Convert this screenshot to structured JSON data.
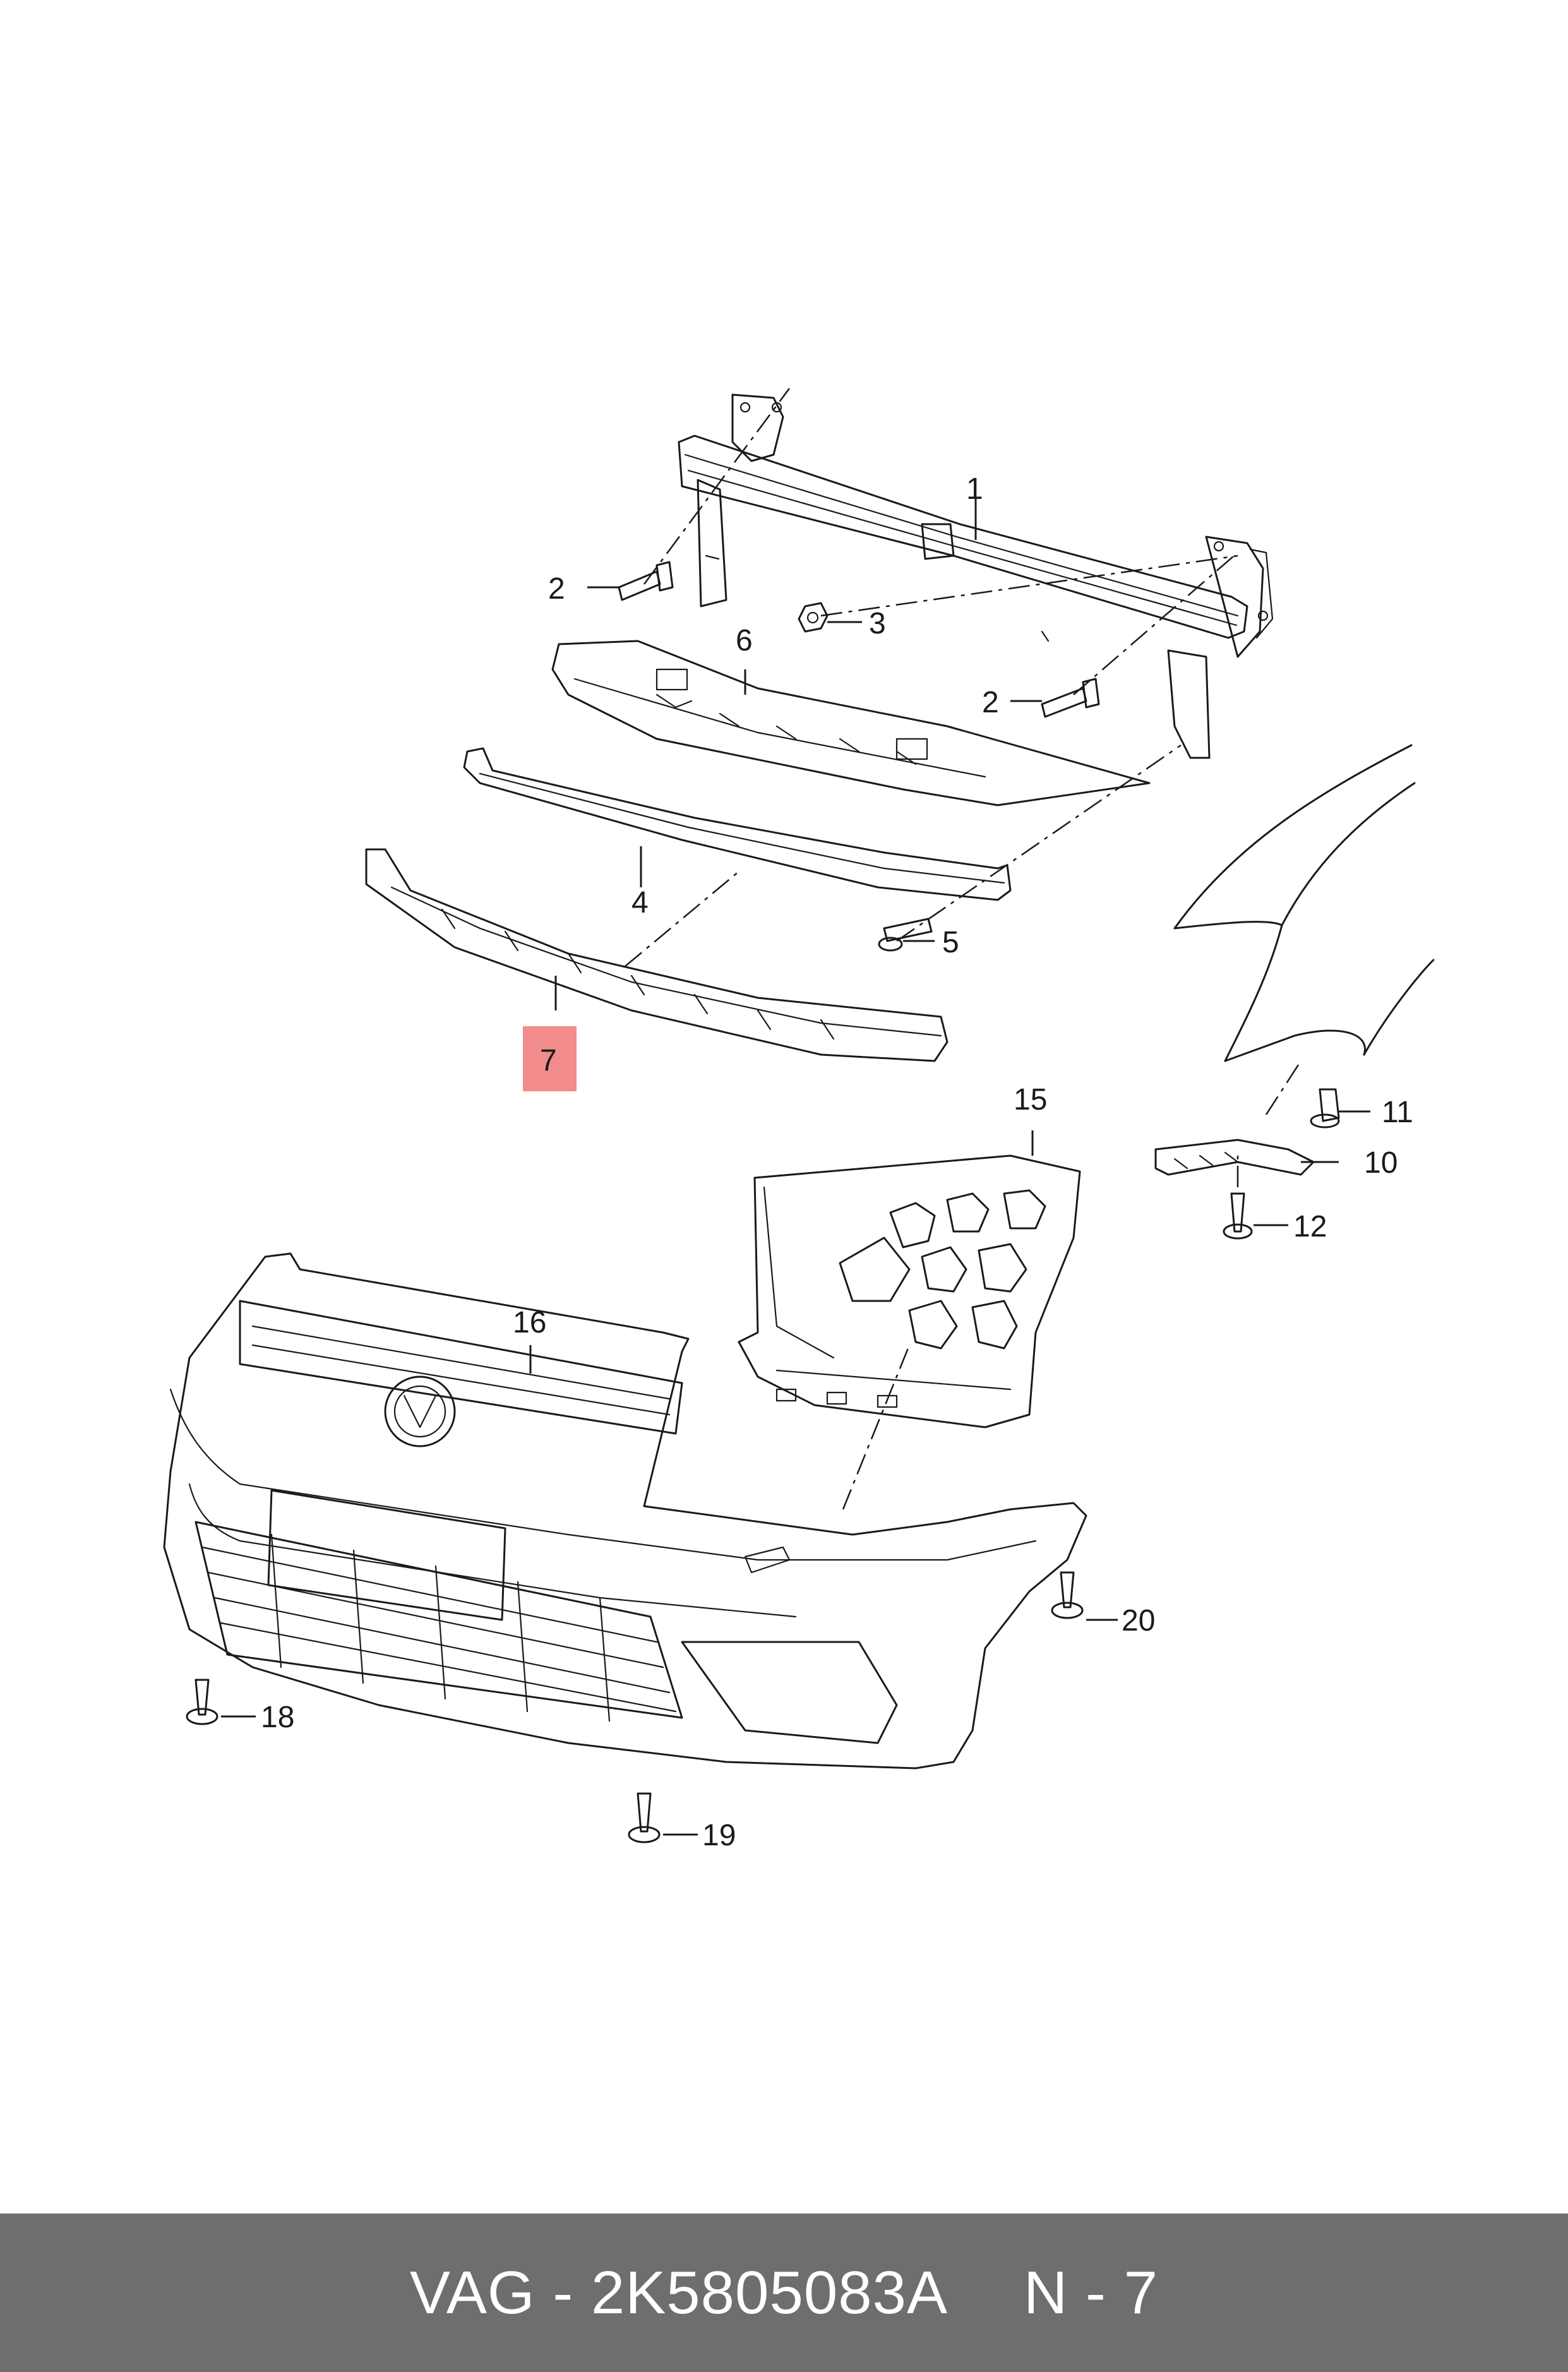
{
  "diagram": {
    "callouts": [
      {
        "id": "c1",
        "text": "1"
      },
      {
        "id": "c2a",
        "text": "2"
      },
      {
        "id": "c2b",
        "text": "2"
      },
      {
        "id": "c3",
        "text": "3"
      },
      {
        "id": "c4",
        "text": "4"
      },
      {
        "id": "c5",
        "text": "5"
      },
      {
        "id": "c6",
        "text": "6"
      },
      {
        "id": "c7",
        "text": "7"
      },
      {
        "id": "c10",
        "text": "10"
      },
      {
        "id": "c11",
        "text": "11"
      },
      {
        "id": "c12",
        "text": "12"
      },
      {
        "id": "c15",
        "text": "15"
      },
      {
        "id": "c16",
        "text": "16"
      },
      {
        "id": "c18",
        "text": "18"
      },
      {
        "id": "c19",
        "text": "19"
      },
      {
        "id": "c20",
        "text": "20"
      }
    ],
    "highlight_color": "#f28b8b"
  },
  "footer": {
    "brand": "VAG",
    "separator": "-",
    "part_number": "2K5805083A",
    "position_ref": "N - 7",
    "background": "#6e6e6e"
  }
}
